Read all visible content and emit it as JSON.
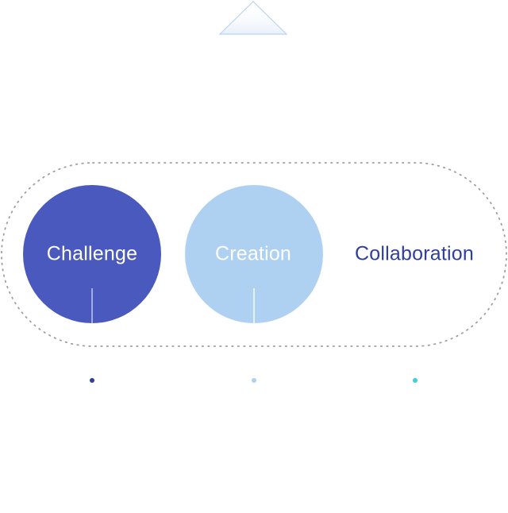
{
  "stages": [
    {
      "label": "Challenge",
      "fill": "#4a59bd",
      "dot": "#2f3f9e",
      "filled": true
    },
    {
      "label": "Creation",
      "fill": "#aed1f2",
      "dot": "#aed1f2",
      "filled": true
    },
    {
      "label": "Collaboration",
      "fill": "#ffffff",
      "dot": "#3fcfd8",
      "filled": false
    }
  ],
  "colors": {
    "outline": "#9aa0a8",
    "triangle": "#bcd4ee",
    "collaboration_text": "#2f3f9e"
  }
}
